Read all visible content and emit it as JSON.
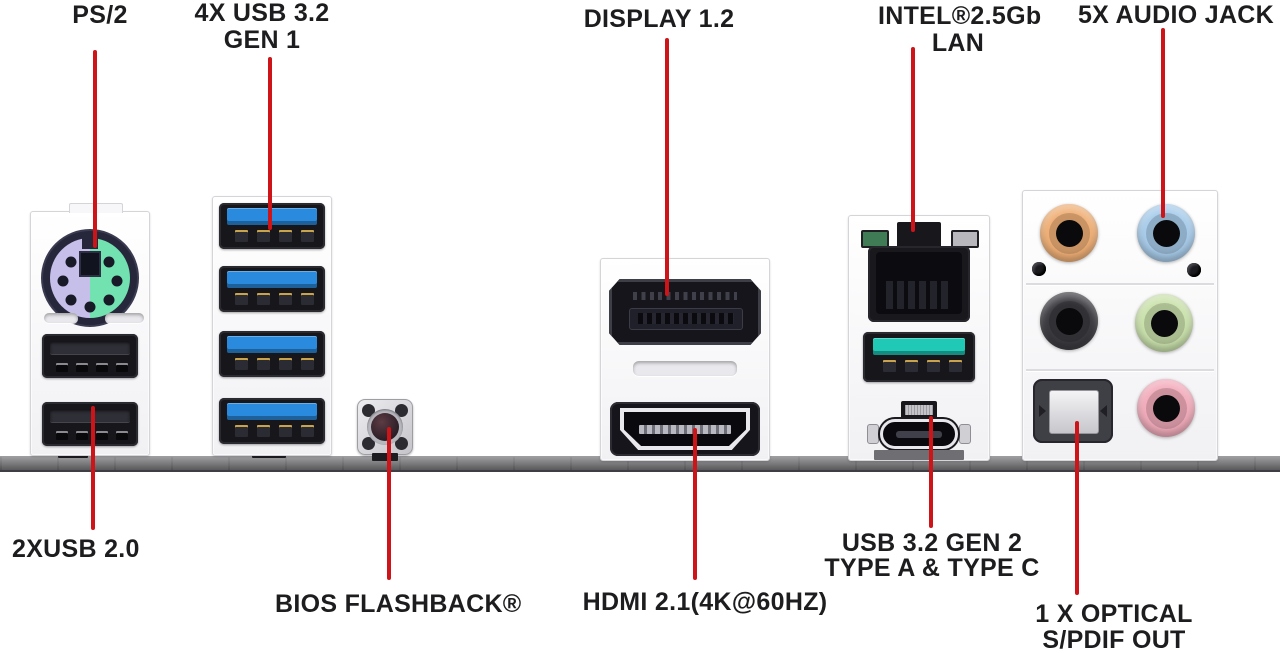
{
  "figure": {
    "title": "Motherboard rear I/O panel callout diagram",
    "background_color": "#ffffff",
    "callout_color": "#cd1418",
    "label_color": "#1d1d1f",
    "pcb_edge_color": "#77777b",
    "labels": {
      "ps2": "PS/2",
      "usb32_gen1_line1": "4X USB 3.2",
      "usb32_gen1_line2": "GEN 1",
      "displayport": "DISPLAY 1.2",
      "lan_line1": "INTEL®2.5Gb",
      "lan_line2": "LAN",
      "audio": "5X AUDIO JACK",
      "usb20": "2XUSB 2.0",
      "bios_flashback": "BIOS FLASHBACK®",
      "hdmi": "HDMI 2.1(4K@60HZ)",
      "usb32_gen2_line1": "USB 3.2 GEN 2",
      "usb32_gen2_line2": "TYPE A & TYPE C",
      "optical_line1": "1 X OPTICAL",
      "optical_line2": "S/PDIF OUT"
    },
    "port_colors": {
      "usb3_tongue_blue": "#2a8add",
      "usb32_gen2_teal": "#1fc9b6",
      "ps2_purple_half": "#c5bfe9",
      "ps2_green_half": "#72e2b1",
      "audio_jack_orange": "#f0b077",
      "audio_jack_light_blue": "#a9cdeb",
      "audio_jack_black": "#3b3b40",
      "audio_jack_light_green": "#cbe2ad",
      "audio_jack_pink": "#f3adbc",
      "lan_led_green": "#3f7b55",
      "lan_led_silver": "#b7b7bc"
    }
  }
}
